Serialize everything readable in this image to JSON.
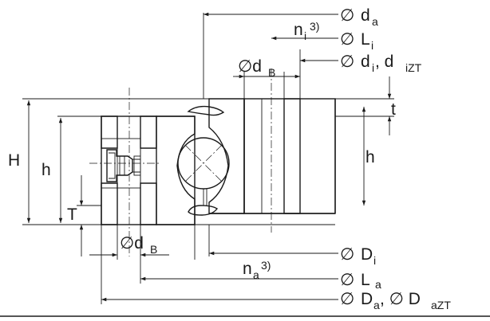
{
  "labels": {
    "diameter_symbol": "∅",
    "d_a": "d",
    "d_a_sub": "a",
    "n_i": "n",
    "n_i_sub": "i",
    "n_i_sup": "3)",
    "L_i": "L",
    "L_i_sub": "i",
    "d_B_top": "∅d",
    "d_B_top_sub": "B",
    "d_i": "d",
    "d_i_sub": "i",
    "d_iZT": ", d",
    "d_iZT_sub": "iZT",
    "t": "t",
    "H": "H",
    "h_left": "h",
    "h_right": "h",
    "T": "T",
    "d_B_bottom": "∅d",
    "d_B_bottom_sub": "B",
    "D_i": "D",
    "D_i_sub": "i",
    "n_a": "n",
    "n_a_sub": "a",
    "n_a_sup": "3)",
    "L_a": "L",
    "L_a_sub": "a",
    "D_a": "D",
    "D_a_sub": "a",
    "D_aZT": ", ∅ D",
    "D_aZT_sub": "aZT"
  },
  "colors": {
    "line": "#1a1a1a",
    "hatch": "#1a1a1a",
    "background": "#ffffff"
  }
}
